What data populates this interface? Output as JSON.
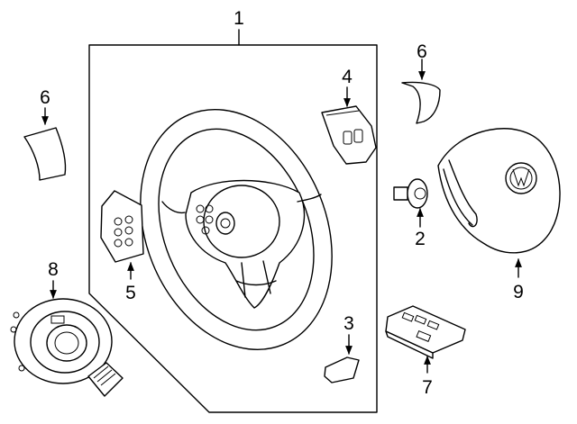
{
  "callouts": {
    "c1": "1",
    "c2": "2",
    "c3": "3",
    "c4": "4",
    "c5": "5",
    "c6a": "6",
    "c6b": "6",
    "c7": "7",
    "c8": "8",
    "c9": "9"
  },
  "icons": {
    "steering_wheel": "steering-wheel-icon",
    "airbag": "airbag-module-icon",
    "clock_spring": "clock-spring-icon"
  }
}
